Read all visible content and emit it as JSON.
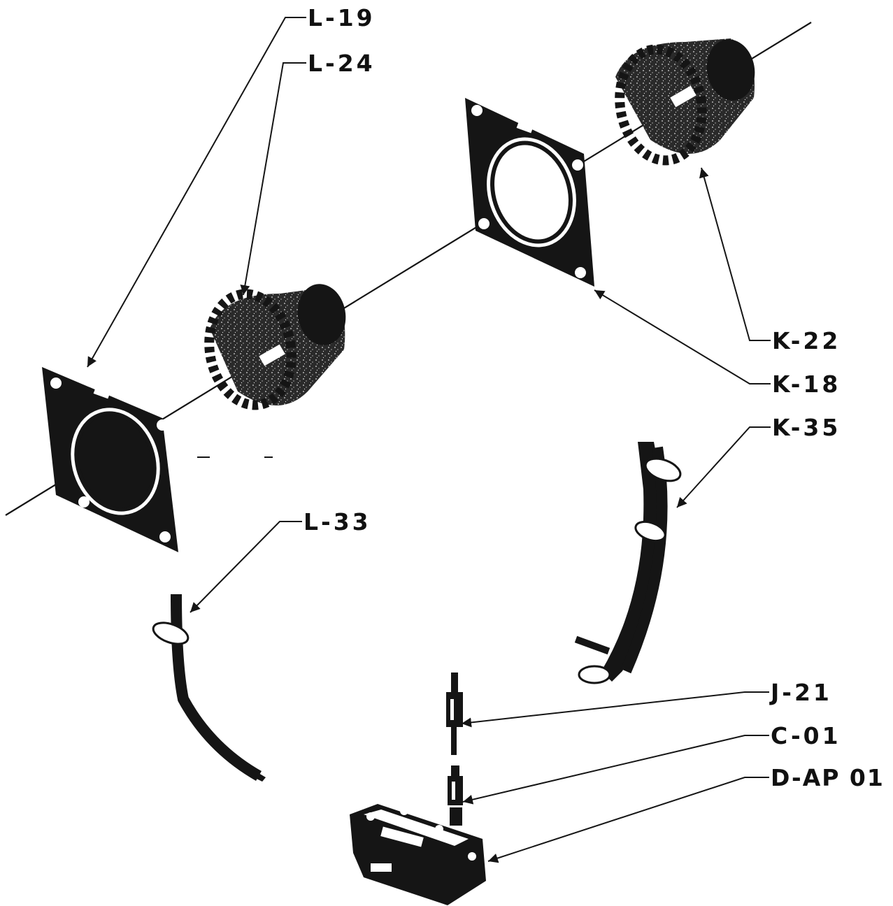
{
  "diagram": {
    "labels": {
      "l19": "L-19",
      "l24": "L-24",
      "k22": "K-22",
      "k18": "K-18",
      "k35": "K-35",
      "l33": "L-33",
      "j21": "J-21",
      "c01": "C-01",
      "dap01": "D-AP 01"
    },
    "colors": {
      "ink": "#151515",
      "paper": "#ffffff"
    }
  }
}
